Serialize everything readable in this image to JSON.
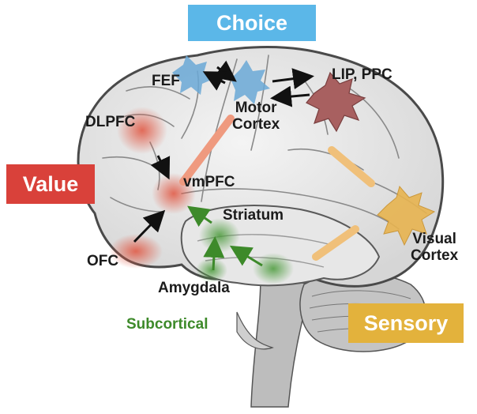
{
  "boxes": {
    "choice": "Choice",
    "value": "Value",
    "sensory": "Sensory"
  },
  "labels": {
    "fef": "FEF",
    "lip_ppc": "LIP, PPC",
    "motor_cortex": "Motor\nCortex",
    "dlpfc": "DLPFC",
    "vmpfc": "vmPFC",
    "striatum": "Striatum",
    "ofc": "OFC",
    "amygdala": "Amygdala",
    "visual_cortex": "Visual\nCortex",
    "subcortical": "Subcortical"
  },
  "colors": {
    "choice": "#5bb7e8",
    "value": "#d9413a",
    "sensory": "#e3b23c",
    "subcortical": "#3d8a2a"
  }
}
